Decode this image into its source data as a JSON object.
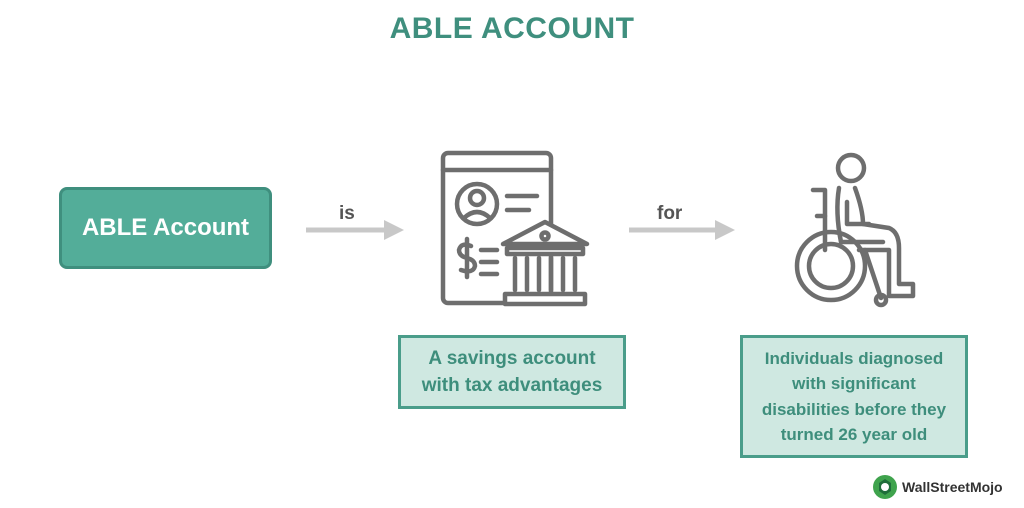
{
  "title": "ABLE ACCOUNT",
  "main_box_label": "ABLE Account",
  "connector_1_label": "is",
  "connector_2_label": "for",
  "savings_box": [
    "A savings account",
    "with tax advantages"
  ],
  "individuals_box": [
    "Individuals diagnosed",
    "with significant",
    "disabilities before they",
    "turned 26 year old"
  ],
  "logo_text": "WallStreetMojo",
  "icons": [
    "document-bank-icon",
    "wheelchair-person-icon",
    "wallstreetmojo-logo-icon"
  ],
  "colors": {
    "title": "#3f8f7e",
    "main_box_fill": "#53ad99",
    "desc_box_fill": "#cfe8e1",
    "arrow": "#c8c8c8",
    "icon_stroke": "#6e6e6e"
  }
}
